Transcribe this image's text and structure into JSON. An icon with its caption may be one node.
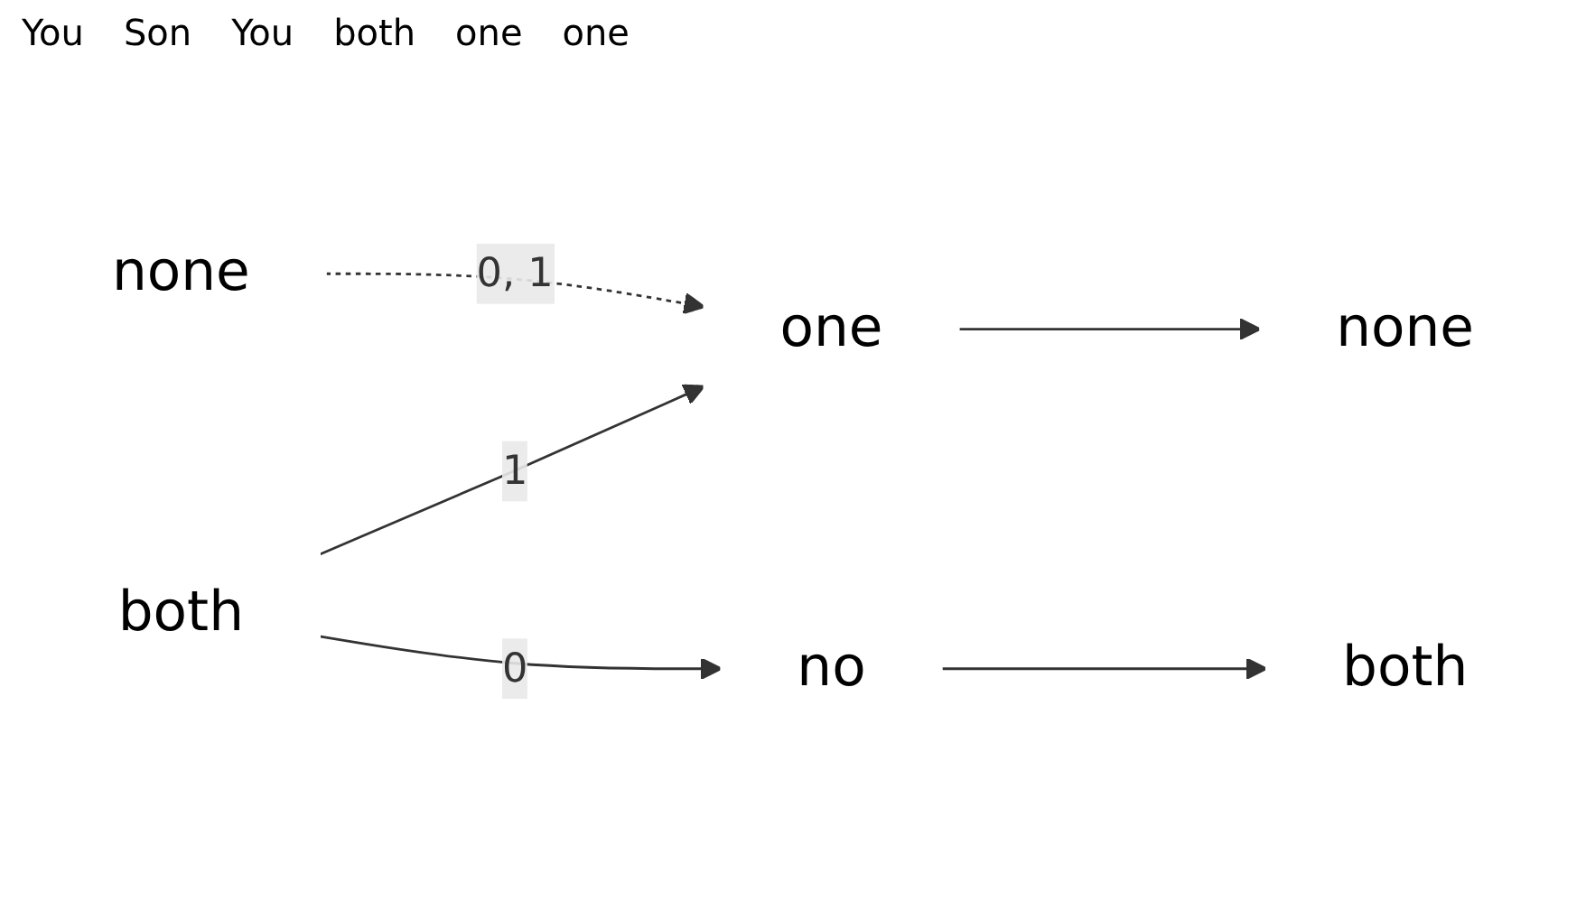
{
  "diagram": {
    "nodes": [
      {
        "text": [
          "both"
        ]
      },
      {
        "text": [
          "both"
        ]
      },
      {
        "text": [
          "one"
        ]
      },
      {
        "text": [
          "none"
        ]
      },
      {
        "text": [
          "no"
        ]
      },
      {
        "text": [
          "none"
        ]
      }
    ],
    "edges": [
      {
        "from": 0,
        "to": 2,
        "arrow": "to",
        "label": "1"
      },
      {
        "from": 0,
        "to": 4,
        "arrow": "to",
        "label": "0"
      },
      {
        "from": 3,
        "to": 2,
        "arrow": "to",
        "label": "0, 1",
        "style": "dashed"
      },
      {
        "from": 2,
        "to": 5,
        "arrow": "to"
      },
      {
        "from": 4,
        "to": 1,
        "arrow": "to"
      }
    ],
    "labels": [
      "You",
      "Son",
      "You",
      "both",
      "one",
      "one"
    ]
  }
}
